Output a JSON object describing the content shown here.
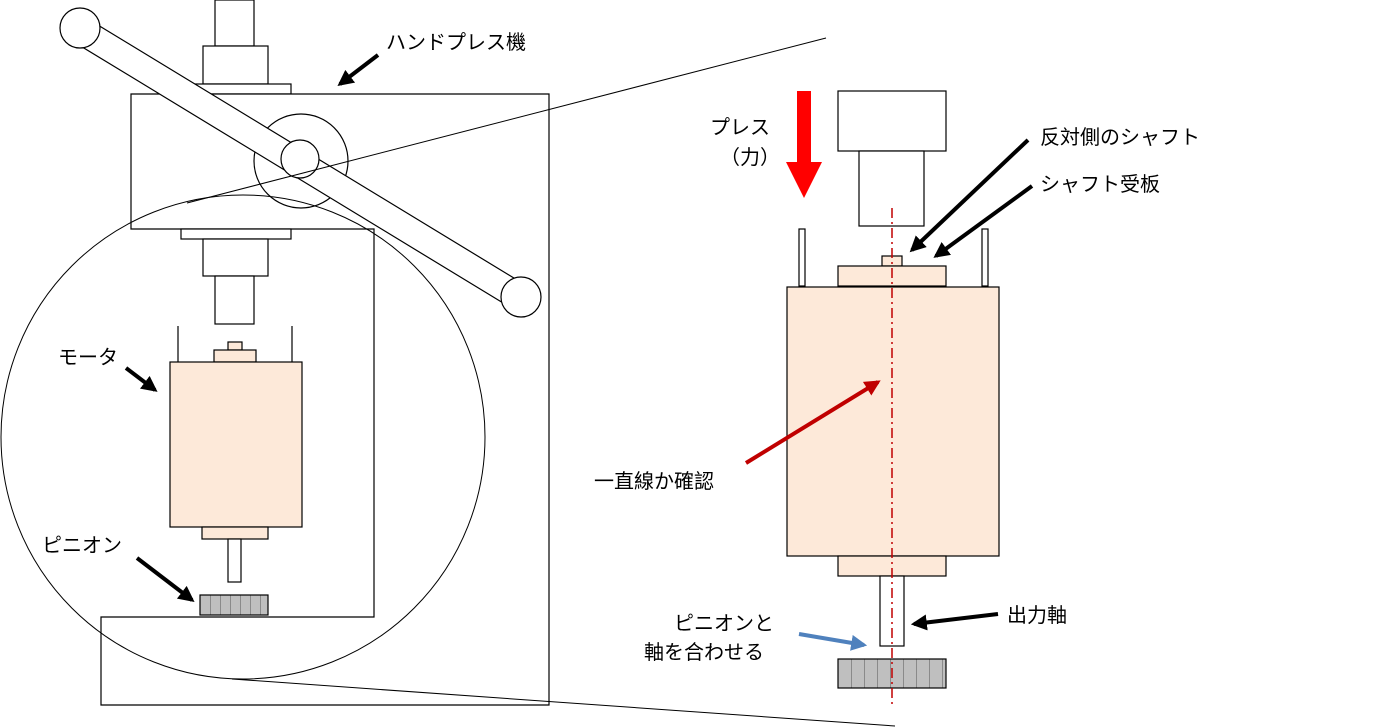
{
  "labels": {
    "hand_press": "ハンドプレス機",
    "motor": "モータ",
    "pinion": "ピニオン",
    "press_line1": "プレス",
    "press_line2": "（力）",
    "opposite_shaft": "反対側のシャフト",
    "shaft_plate": "シャフト受板",
    "straight_line": "一直線か確認",
    "output_shaft": "出力軸",
    "align_line1": "ピニオンと",
    "align_line2": "軸を合わせる"
  },
  "colors": {
    "motor_fill": "#fde9d9",
    "pinion_fill": "#bfbfbf",
    "press_arrow": "#ff0000",
    "center_line": "#c00000",
    "check_arrow": "#c00000",
    "align_arrow": "#4f81bd",
    "line": "#000000"
  }
}
